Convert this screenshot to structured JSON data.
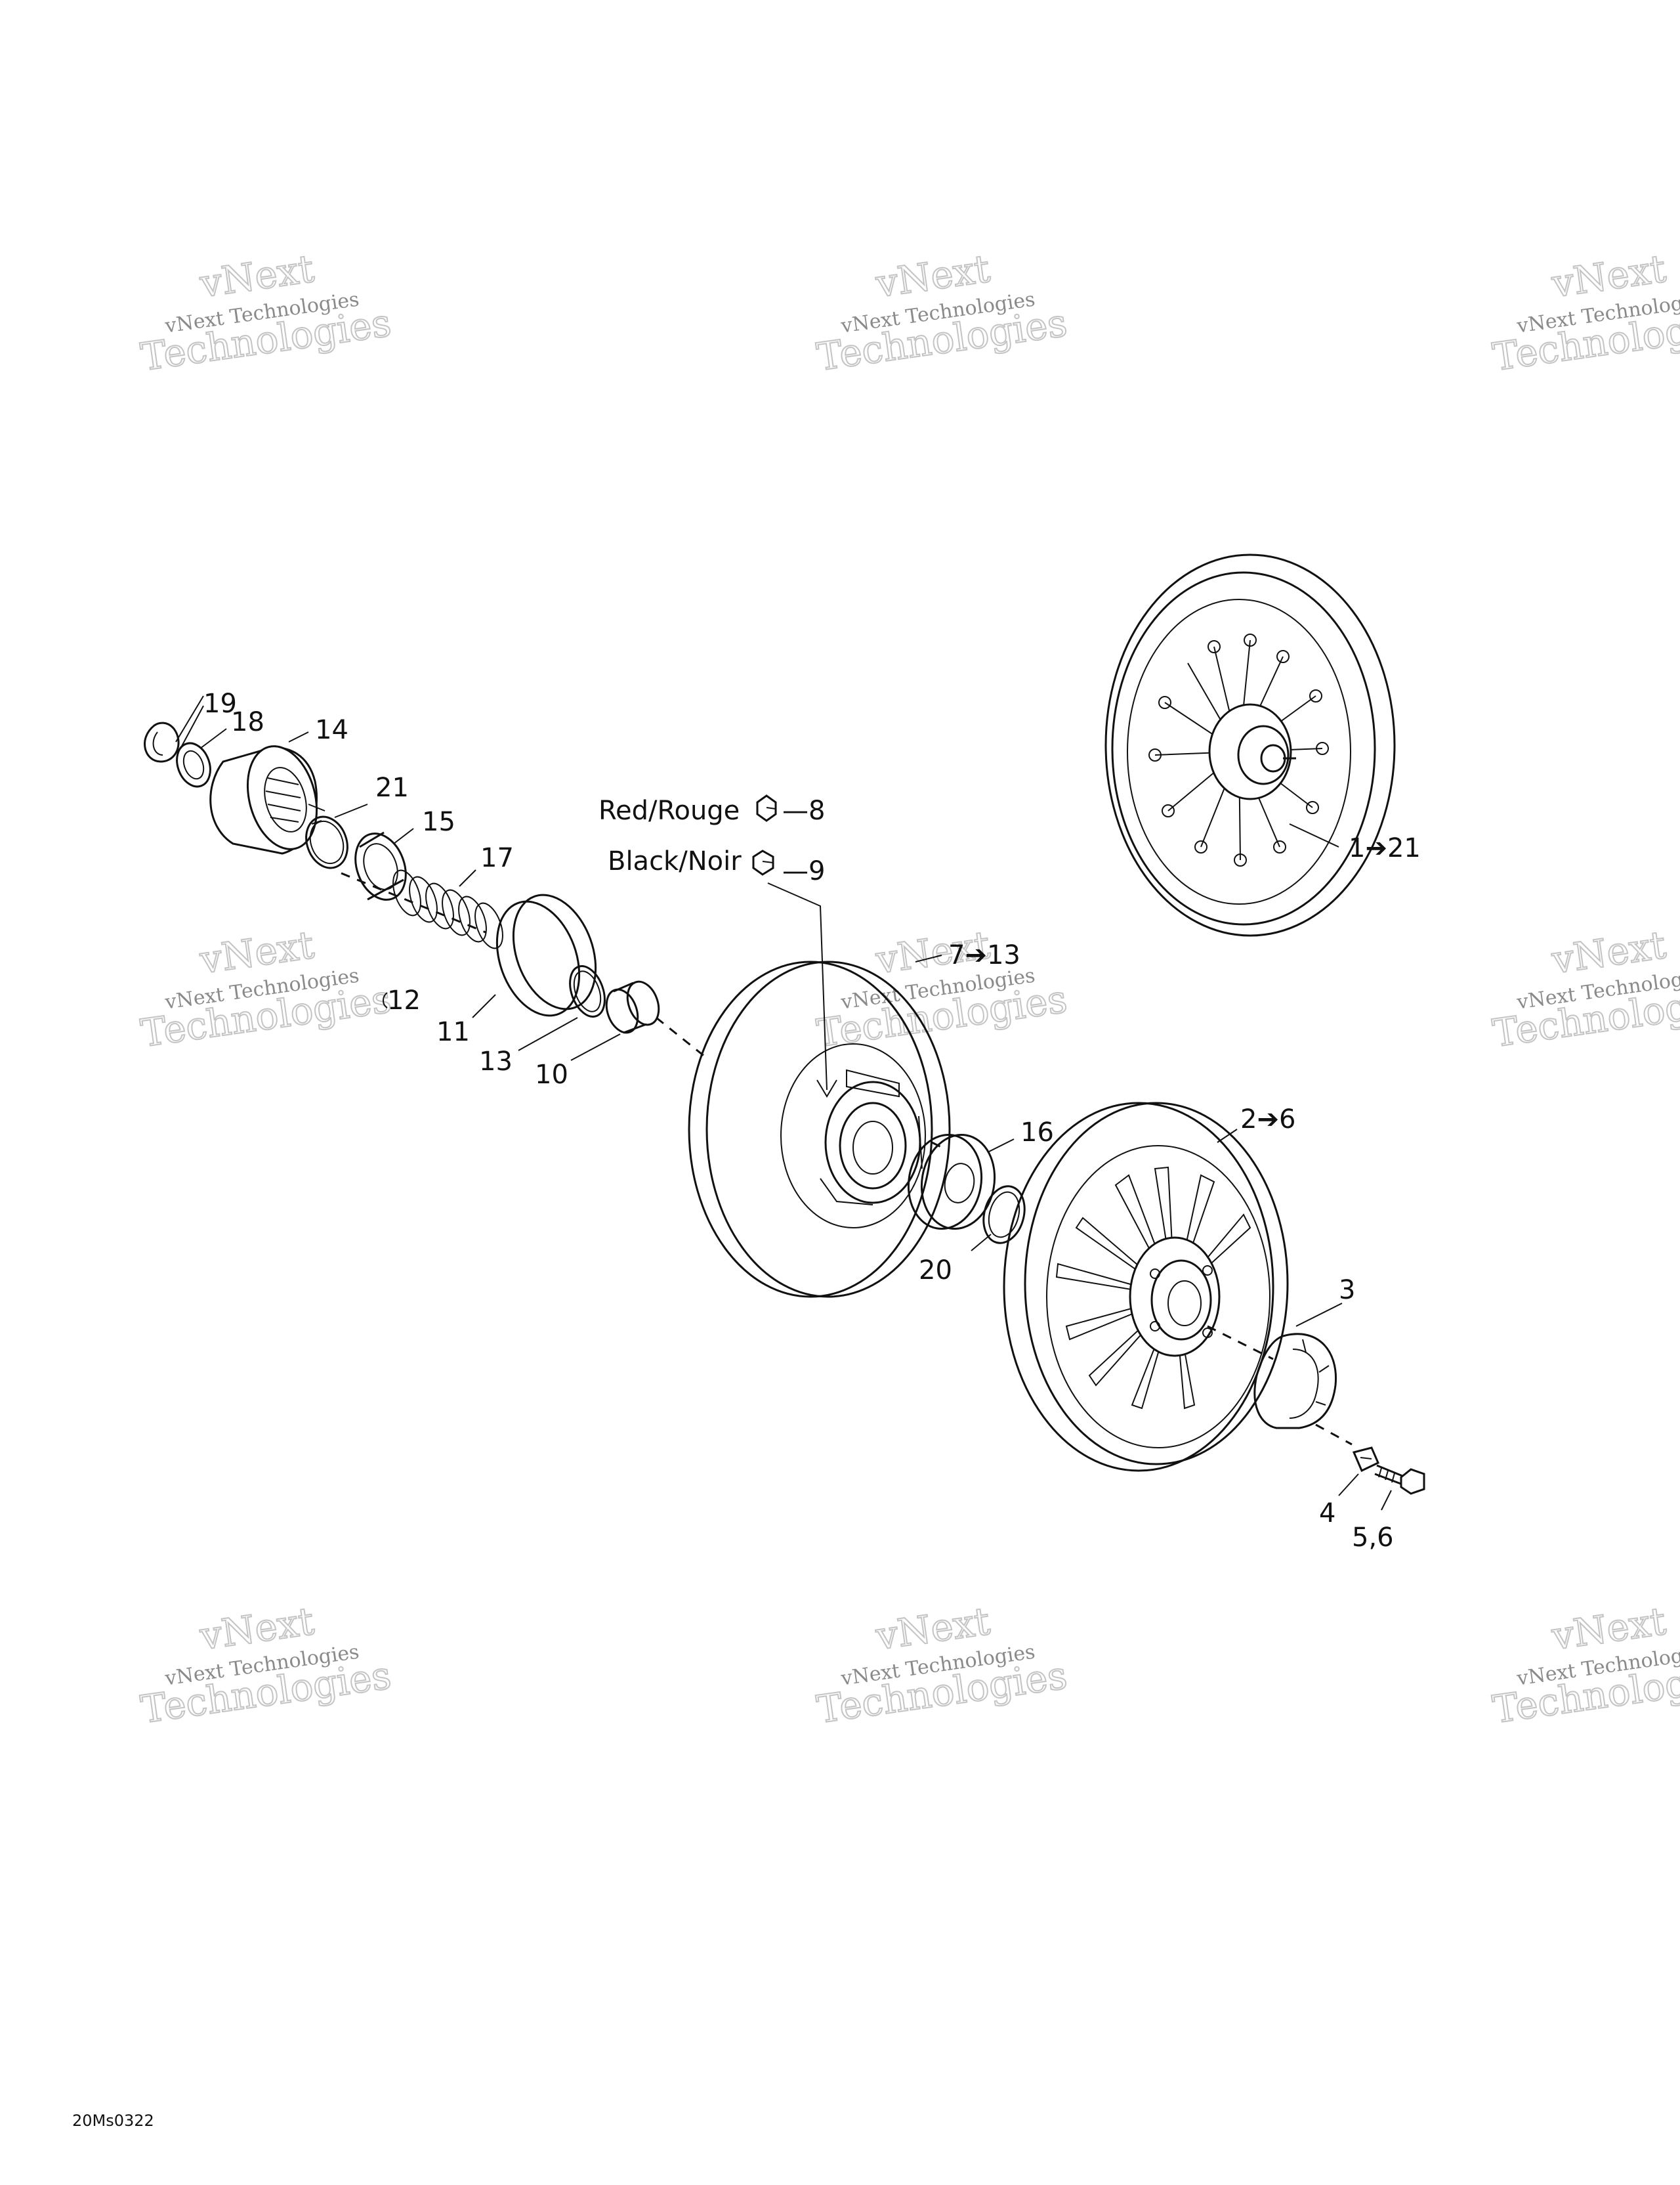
{
  "watermark": {
    "line1": "vNext",
    "line2": "vNext Technologies",
    "line3": "Technologies"
  },
  "callouts": {
    "c1_21": "1➔21",
    "c2_6": "2➔6",
    "c3": "3",
    "c4": "4",
    "c5_6": "5,6",
    "c7_13": "7➔13",
    "c8": "—8",
    "c9": "—9",
    "c10": "10",
    "c11": "11",
    "c12": "12",
    "c13": "13",
    "c14": "14",
    "c15": "15",
    "c16": "16",
    "c17": "17",
    "c18": "18",
    "c19": "19",
    "c20": "20",
    "c21": "21"
  },
  "legend": {
    "red": "Red/Rouge",
    "black": "Black/Noir"
  },
  "drawing_code": "20Ms0322"
}
